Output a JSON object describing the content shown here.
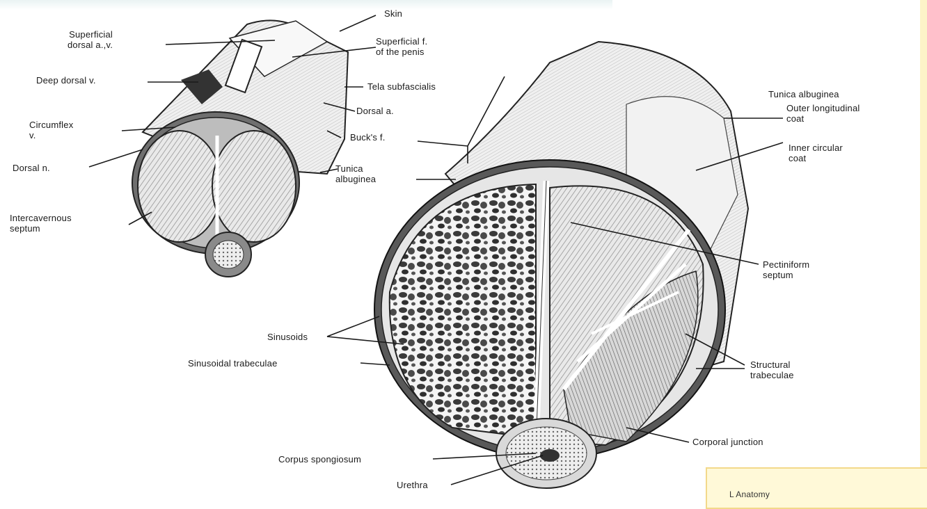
{
  "labels": {
    "skin": "Skin",
    "superficial_dorsal_av": "Superficial\ndorsal a.,v.",
    "superficial_fascia": "Superficial f.\nof the penis",
    "deep_dorsal_v": "Deep dorsal v.",
    "tela_subfascialis": "Tela subfascialis",
    "dorsal_a": "Dorsal a.",
    "circumflex_v": "Circumflex\nv.",
    "bucks_f": "Buck's f.",
    "dorsal_n": "Dorsal n.",
    "tunica_albuginea_left": "Tunica\nalbuginea",
    "intercavernous_septum": "Intercavernous\nseptum",
    "tunica_albuginea_right": "Tunica albuginea",
    "outer_longitudinal_coat": "Outer longitudinal\ncoat",
    "inner_circular_coat": "Inner circular\ncoat",
    "pectiniform_septum": "Pectiniform\nseptum",
    "sinusoids": "Sinusoids",
    "sinusoidal_trabeculae": "Sinusoidal trabeculae",
    "structural_trabeculae": "Structural\ntrabeculae",
    "corporal_junction": "Corporal junction",
    "corpus_spongiosum": "Corpus spongiosum",
    "urethra": "Urethra"
  },
  "corner_note": "L Anatomy",
  "colors": {
    "ink": "#1a1a1a",
    "shade": "#8a8a8a",
    "tissue": "#dcdcdc",
    "note_bg": "#fff9d8",
    "note_border": "#f3d98a"
  }
}
